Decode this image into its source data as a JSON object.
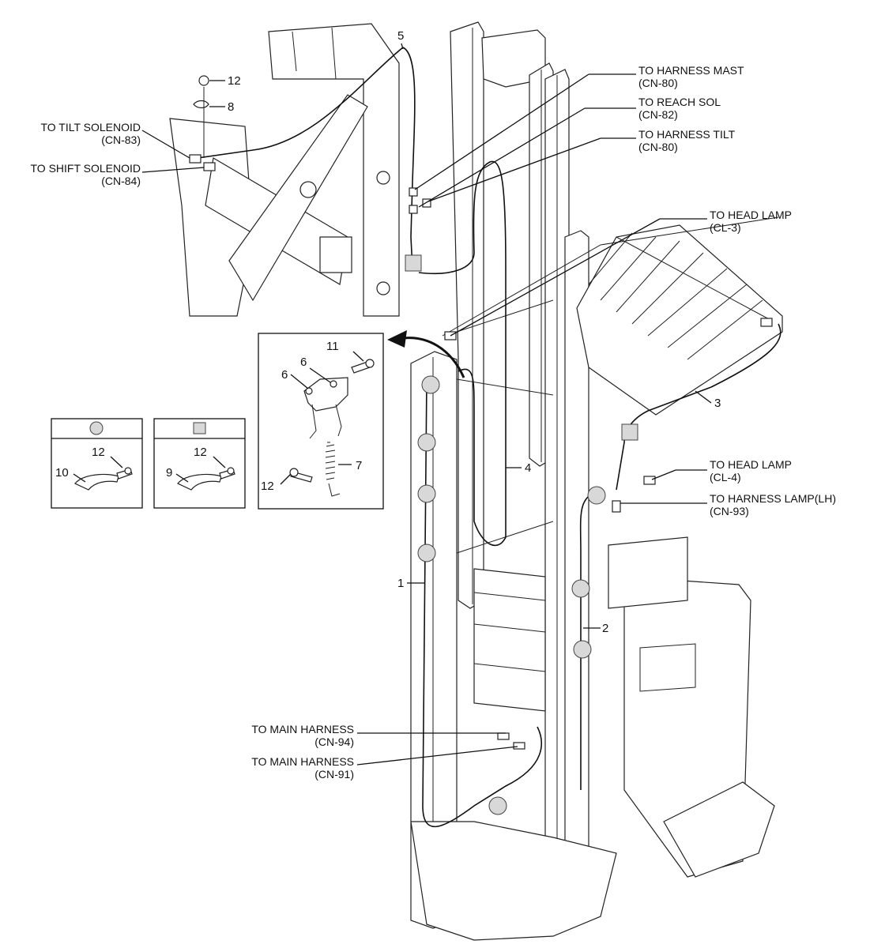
{
  "callouts": {
    "harness_mast": {
      "line1": "TO HARNESS MAST",
      "line2": "(CN-80)"
    },
    "reach_sol": {
      "line1": "TO REACH SOL",
      "line2": "(CN-82)"
    },
    "harness_tilt": {
      "line1": "TO HARNESS TILT",
      "line2": "(CN-80)"
    },
    "head_lamp_3": {
      "line1": "TO HEAD LAMP",
      "line2": "(CL-3)"
    },
    "head_lamp_4": {
      "line1": "TO HEAD LAMP",
      "line2": "(CL-4)"
    },
    "harness_lamp_lh": {
      "line1": "TO HARNESS LAMP(LH)",
      "line2": "(CN-93)"
    },
    "tilt_solenoid": {
      "line1": "TO TILT SOLENOID",
      "line2": "(CN-83)"
    },
    "shift_solenoid": {
      "line1": "TO SHIFT SOLENOID",
      "line2": "(CN-84)"
    },
    "main_harness_94": {
      "line1": "TO MAIN HARNESS",
      "line2": "(CN-94)"
    },
    "main_harness_91": {
      "line1": "TO MAIN HARNESS",
      "line2": "(CN-91)"
    }
  },
  "part_numbers": {
    "p1": "1",
    "p2": "2",
    "p3": "3",
    "p4": "4",
    "p5": "5",
    "p6a": "6",
    "p6b": "6",
    "p7": "7",
    "p8": "8",
    "p9": "9",
    "p10": "10",
    "p11": "11",
    "p12a": "12",
    "p12b": "12",
    "p12c": "12",
    "p12d": "12"
  },
  "colors": {
    "line": "#111111",
    "mesh": "#d8d8d8"
  }
}
